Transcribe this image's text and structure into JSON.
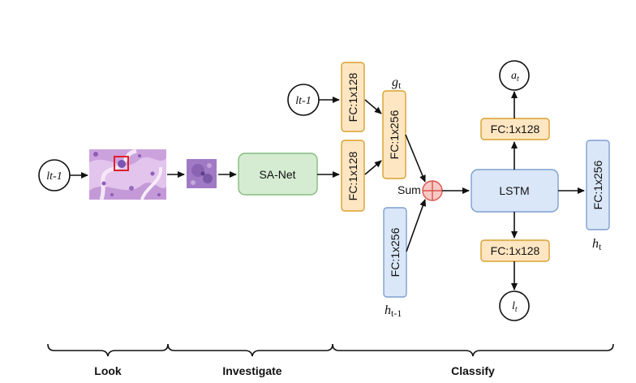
{
  "inputs": {
    "l_prev_left": "lt-1",
    "l_prev_top": "lt-1"
  },
  "modules": {
    "sa_net": "SA-Net",
    "lstm": "LSTM",
    "sum_label": "Sum"
  },
  "fc_layers": {
    "fc_top": "FC:1x128",
    "fc_mid": "FC:1x128",
    "fc_256_g": "FC:1x256",
    "fc_256_h": "FC:1x256",
    "fc_action": "FC:1x128",
    "fc_location": "FC:1x128",
    "fc_output": "FC:1x256"
  },
  "symbols": {
    "g": "g",
    "g_sub": "t",
    "a": "a",
    "a_sub": "t",
    "l": "l",
    "l_sub": "t",
    "h_prev": "h",
    "h_prev_sub": "t-1",
    "h_t": "h",
    "h_t_sub": "t"
  },
  "stages": {
    "look": "Look",
    "investigate": "Investigate",
    "classify": "Classify"
  },
  "colors": {
    "orange_fill": "#ffe6c2",
    "orange_stroke": "#d8a02e",
    "blue_fill": "#dae7f8",
    "blue_stroke": "#7e9fcf",
    "green_fill": "#d5ecd2",
    "green_stroke": "#86bc7f",
    "sum_fill": "#f8c9c4",
    "sum_stroke": "#d9534f",
    "patch_box": "#e0202a"
  },
  "icons": [
    "histology-image",
    "cropped-patch-image",
    "sum-icon"
  ]
}
